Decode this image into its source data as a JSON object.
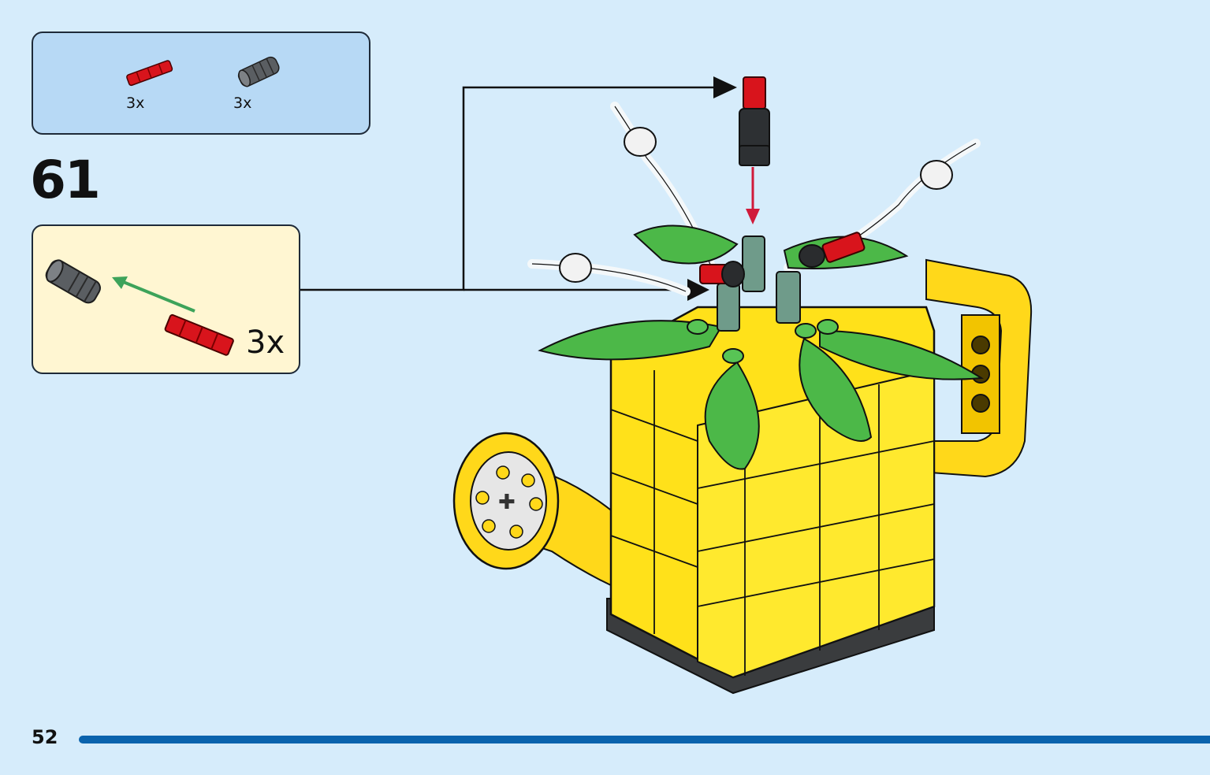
{
  "parts_list": {
    "items": [
      {
        "part": "red-axle-pin-icon",
        "quantity": "3x",
        "color": "#d8141c"
      },
      {
        "part": "gray-connector-icon",
        "quantity": "3x",
        "color": "#6b6f73"
      }
    ]
  },
  "step": {
    "number": "61"
  },
  "sub_assembly": {
    "quantity": "3x"
  },
  "footer": {
    "page_number": "52"
  },
  "colors": {
    "background": "#d6ecfb",
    "parts_box": "#b7d9f5",
    "sub_box": "#fff6d2",
    "progress": "#0a63ad",
    "yellow": "#ffe11a",
    "green": "#4cb848",
    "red": "#d8141c"
  }
}
